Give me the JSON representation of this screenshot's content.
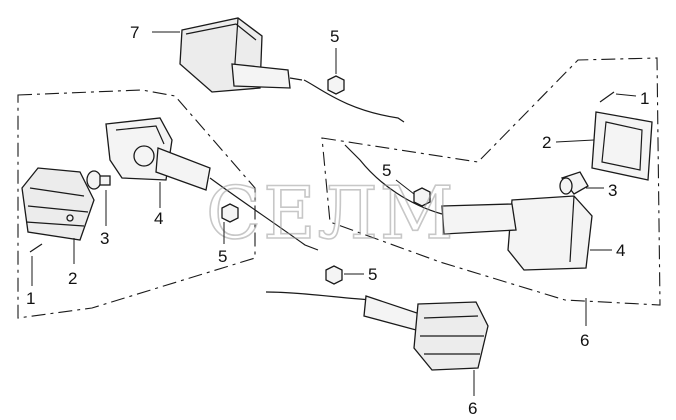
{
  "diagram": {
    "watermark": "СЕЛМ",
    "callouts": {
      "c7": "7",
      "c5_top": "5",
      "c1_right": "1",
      "c2_right": "2",
      "c3_right": "3",
      "c4_right": "4",
      "c6_right": "6",
      "c5_center": "5",
      "c5_lower": "5",
      "c6_bottom": "6",
      "c4_left": "4",
      "c5_left": "5",
      "c3_left": "3",
      "c2_left": "2",
      "c1_left": "1"
    }
  }
}
